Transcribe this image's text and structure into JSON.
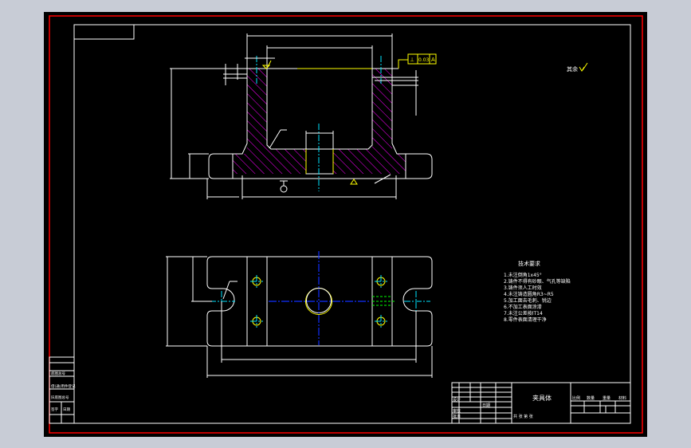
{
  "colors": {
    "background": "#000000",
    "frame": "#ff0000",
    "lines": "#ffffff",
    "hatch": "#ff00ff",
    "centerline": "#00e5ff",
    "highlight": "#ffff00"
  },
  "roughness_note": "其余",
  "tolerance_frame": {
    "symbol": "⊥",
    "value": "0.03",
    "datum": "A"
  },
  "notes": {
    "title": "技术要求",
    "items": [
      "1.未注倒角1x45°",
      "2.铸件不得有砂眼、气孔等缺陷",
      "3.铸件须人工时效",
      "4.未注铸造圆角R3~R5",
      "5.加工面去毛刺、锐边",
      "6.不加工表面涂漆",
      "7.未注公差按IT14",
      "8.零件表面清理干净"
    ]
  },
  "title_block": {
    "part_name": "夹具体",
    "scale": "比例",
    "qty": "数量",
    "weight": "重量",
    "material": "材料",
    "designer": "设计",
    "checker": "审核",
    "approved": "批准",
    "date": "日期",
    "sheet": "共 张 第 张"
  },
  "left_block": [
    "借(通)用件登记",
    "旧底图总号",
    "底图总号",
    "签字",
    "日期"
  ]
}
